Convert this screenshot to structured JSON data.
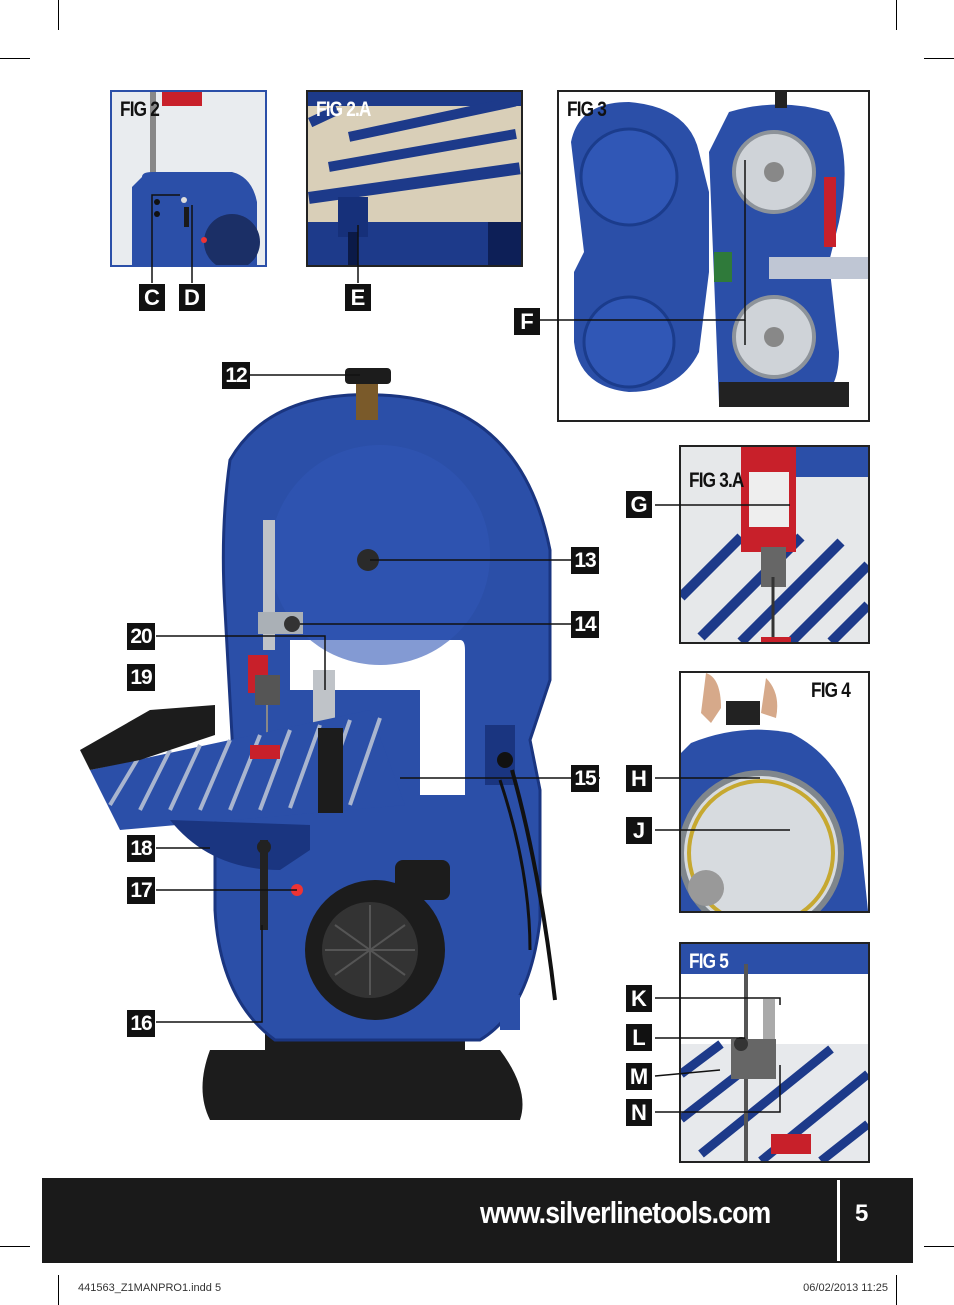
{
  "figures": {
    "fig2": "FIG 2",
    "fig2a": "FIG 2.A",
    "fig3": "FIG 3",
    "fig3a": "FIG 3.A",
    "fig4": "FIG 4",
    "fig5": "FIG 5"
  },
  "callouts": {
    "C": "C",
    "D": "D",
    "E": "E",
    "F": "F",
    "G": "G",
    "H": "H",
    "J": "J",
    "K": "K",
    "L": "L",
    "M": "M",
    "N": "N",
    "n12": "12",
    "n13": "13",
    "n14": "14",
    "n15": "15",
    "n16": "16",
    "n17": "17",
    "n18": "18",
    "n19": "19",
    "n20": "20"
  },
  "footer": {
    "url": "www.silverlinetools.com",
    "page": "5"
  },
  "printline": {
    "file": "441563_Z1MANPRO1.indd   5",
    "datetime": "06/02/2013   11:25"
  },
  "colors": {
    "machine_blue": "#2b4fa8",
    "blade_guard_red": "#c8202a",
    "footer_bg": "#1a1a1a"
  }
}
